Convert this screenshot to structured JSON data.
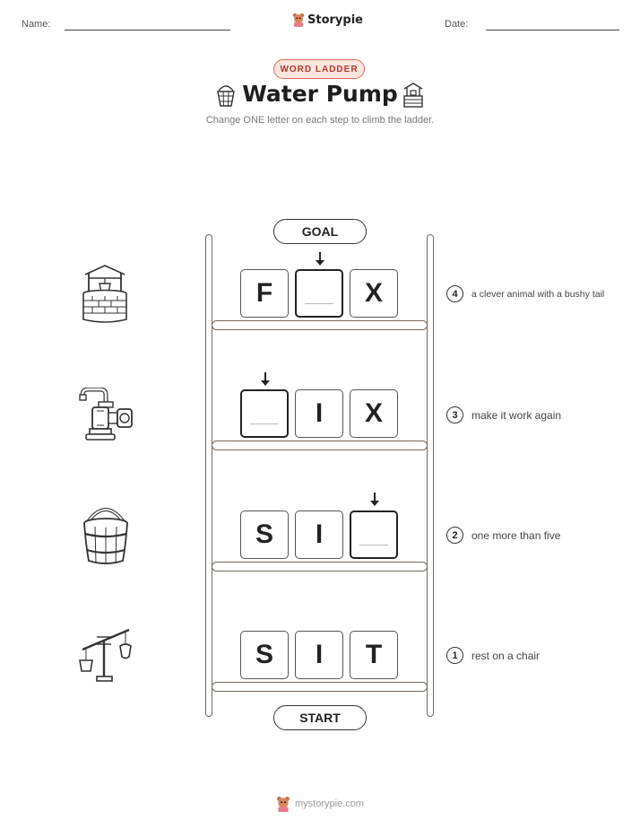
{
  "header": {
    "name_label": "Name:",
    "date_label": "Date:",
    "brand": "Storypie"
  },
  "badge": "WORD LADDER",
  "title": "Water Pump",
  "subtitle": "Change ONE letter on each step to climb the ladder.",
  "goal_label": "GOAL",
  "start_label": "START",
  "rows": [
    {
      "number": "4",
      "clue": "a clever animal with a bushy tail",
      "picture": "well-icon",
      "letters": [
        "F",
        "",
        "X"
      ],
      "blank_index": 1
    },
    {
      "number": "3",
      "clue": "make it work again",
      "picture": "water-pump-icon",
      "letters": [
        "",
        "I",
        "X"
      ],
      "blank_index": 0
    },
    {
      "number": "2",
      "clue": "one more than five",
      "picture": "bucket-icon",
      "letters": [
        "S",
        "I",
        ""
      ],
      "blank_index": 2
    },
    {
      "number": "1",
      "clue": "rest on a chair",
      "picture": "scale-icon",
      "letters": [
        "S",
        "I",
        "T"
      ],
      "blank_index": null
    }
  ],
  "footer": "mystorypie.com",
  "colors": {
    "badge_border": "#e06a55",
    "badge_bg": "#fbe5df",
    "rail": "#7a665c"
  }
}
